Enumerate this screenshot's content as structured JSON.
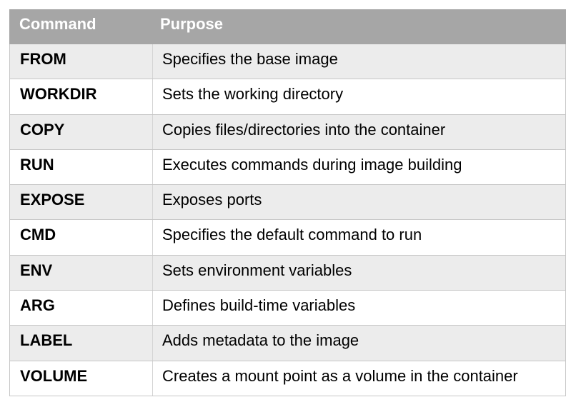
{
  "table": {
    "headers": [
      {
        "label": "Command"
      },
      {
        "label": "Purpose"
      }
    ],
    "rows": [
      {
        "command": "FROM",
        "purpose": "Specifies the base image"
      },
      {
        "command": "WORKDIR",
        "purpose": "Sets the working directory"
      },
      {
        "command": "COPY",
        "purpose": "Copies files/directories into the container"
      },
      {
        "command": "RUN",
        "purpose": "Executes commands during image building"
      },
      {
        "command": "EXPOSE",
        "purpose": "Exposes ports"
      },
      {
        "command": "CMD",
        "purpose": "Specifies the default command to run"
      },
      {
        "command": "ENV",
        "purpose": "Sets environment variables"
      },
      {
        "command": "ARG",
        "purpose": "Defines build-time variables"
      },
      {
        "command": "LABEL",
        "purpose": "Adds metadata to the image"
      },
      {
        "command": "VOLUME",
        "purpose": "Creates a mount point as a volume in the container"
      }
    ],
    "colors": {
      "header_bg": "#a6a6a6",
      "header_text": "#ffffff",
      "band_bg": "#ececec",
      "row_bg": "#ffffff",
      "body_text": "#000000",
      "border": "#c6c6c6",
      "divider": "#d4d4d4"
    }
  }
}
